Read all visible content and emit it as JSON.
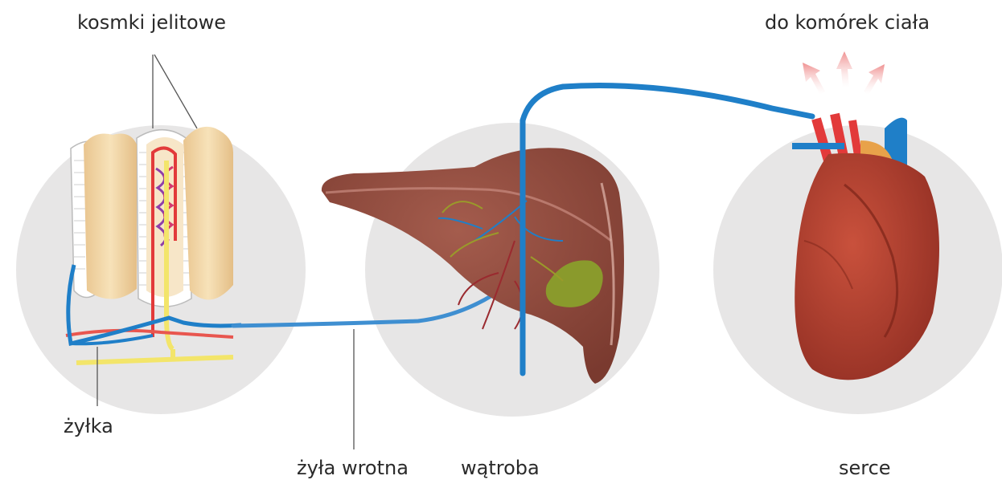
{
  "labels": {
    "villi": "kosmki jelitowe",
    "to_cells": "do komórek ciała",
    "venule": "żyłka",
    "portal_vein": "żyła wrotna",
    "liver": "wątroba",
    "heart": "serce"
  },
  "colors": {
    "circle_bg": "#e7e6e6",
    "vein_blue": "#1f7fc8",
    "artery_red": "#e23a3a",
    "lymph_yellow": "#f3e56a",
    "villus_tan": "#f4d9a8",
    "liver_brown": "#8e4a3e",
    "heart_red": "#b5412f",
    "gallbladder": "#8a9a2c",
    "arrow_pink": "#f3a3a3"
  }
}
